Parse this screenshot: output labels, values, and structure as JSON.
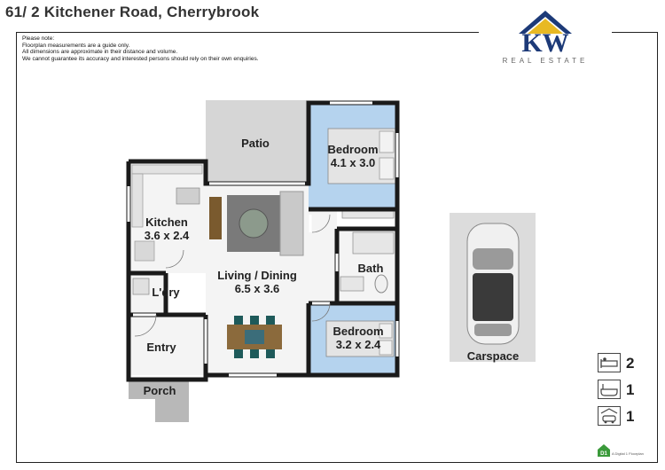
{
  "title": "61/ 2 Kitchener Road, Cherrybrook",
  "notes": [
    "Please note:",
    "Floorplan measurements are a guide only.",
    "All dimensions are approximate in their distance and volume.",
    "We cannot guarantee its accuracy and interested persons should rely on their own enquiries."
  ],
  "logo": {
    "mark": "KW",
    "subtitle": "REAL ESTATE"
  },
  "rooms": {
    "patio": {
      "name": "Patio"
    },
    "bedroom1": {
      "name": "Bedroom",
      "dims": "4.1 x 3.0"
    },
    "kitchen": {
      "name": "Kitchen",
      "dims": "3.6 x 2.4"
    },
    "living": {
      "name": "Living / Dining",
      "dims": "6.5 x 3.6"
    },
    "bath": {
      "name": "Bath"
    },
    "laundry": {
      "name": "L'dry"
    },
    "bedroom2": {
      "name": "Bedroom",
      "dims": "3.2 x 2.4"
    },
    "entry": {
      "name": "Entry"
    },
    "porch": {
      "name": "Porch"
    },
    "carspace": {
      "name": "Carspace"
    }
  },
  "stats": [
    {
      "icon": "bed-icon",
      "value": "2"
    },
    {
      "icon": "bath-icon",
      "value": "1"
    },
    {
      "icon": "car-icon",
      "value": "1"
    }
  ],
  "footer_logo": {
    "mark": "D1",
    "text": "A Digital 1 Floorplan"
  },
  "colors": {
    "bedroom": "#b5d3ee",
    "wall": "#1a1a1a",
    "patio": "#d6d6d6",
    "floor": "#f4f4f4"
  }
}
